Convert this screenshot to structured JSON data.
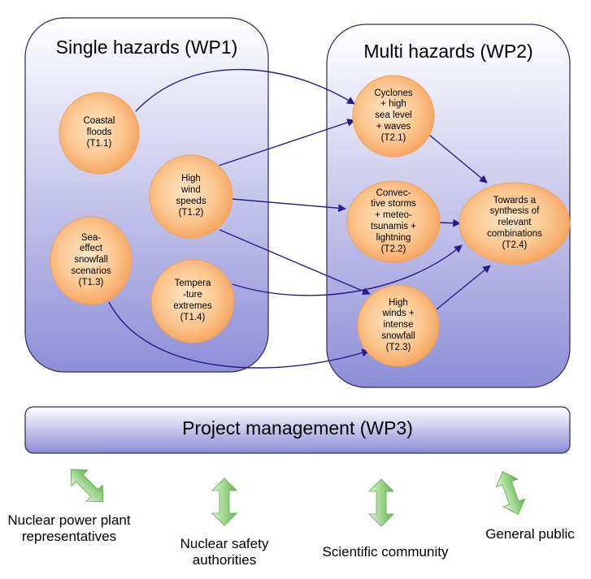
{
  "panels": {
    "single": {
      "title": "Single hazards (WP1)"
    },
    "multi": {
      "title": "Multi hazards (WP2)"
    }
  },
  "nodes": {
    "t11": "Coastal\nfloods\n(T1.1)",
    "t12": "High\nwind\nspeeds\n(T1.2)",
    "t13": "Sea-\neffect\nsnowfall\nscenarios\n(T1.3)",
    "t14": "Tempera\n-ture\nextremes\n(T1.4)",
    "t21": "Cyclones\n+ high\nsea level\n+ waves\n(T2.1)",
    "t22": "Convec-\ntive storms\n+ meteo-\ntsunamis +\nlightning\n(T2.2)",
    "t23": "High\nwinds +\nintense\nsnowfall\n(T2.3)",
    "t24": "Towards a\nsynthesis of\nrelevant\ncombinations\n(T2.4)"
  },
  "project_management": {
    "title": "Project management (WP3)"
  },
  "stakeholders": {
    "nuclear_plant": "Nuclear power plant\nrepresentatives",
    "safety_authorities": "Nuclear safety\nauthorities",
    "scientific": "Scientific community",
    "public": "General public"
  },
  "colors": {
    "panel_top": "#ffffff",
    "panel_bottom": "#8e8ed8",
    "panel_border": "#2b2b55",
    "node_center": "#fde3bf",
    "node_edge": "#f5a55f",
    "arrow": "#2a1a8a",
    "stake_arrow_light": "#d8f0c8",
    "stake_arrow_dark": "#6fbf5f"
  }
}
